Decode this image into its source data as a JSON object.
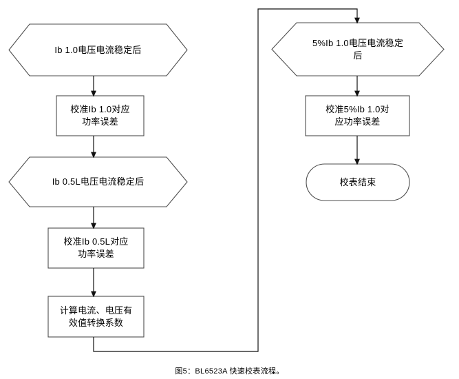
{
  "figure": {
    "caption": "图5：BL6523A 快速校表流程。",
    "line_color": "#4d4d4d",
    "fill_color": "#ffffff",
    "text_color": "#000000",
    "background": "#ffffff"
  },
  "flowchart": {
    "type": "flowchart",
    "direction": "top-to-bottom, two columns with feedback loop",
    "columns": [
      {
        "name": "left-column",
        "nodes": [
          {
            "id": "n1",
            "shape": "hexagon",
            "text": "Ib 1.0电压电流稳定后"
          },
          {
            "id": "n2",
            "shape": "rectangle",
            "text": "校准Ib 1.0对应\n功率误差"
          },
          {
            "id": "n3",
            "shape": "hexagon",
            "text": "Ib 0.5L电压电流稳定后"
          },
          {
            "id": "n4",
            "shape": "rectangle",
            "text": "校准Ib 0.5L对应\n功率误差"
          },
          {
            "id": "n5",
            "shape": "rectangle",
            "text": "计算电流、电压有\n效值转换系数"
          }
        ]
      },
      {
        "name": "right-column",
        "nodes": [
          {
            "id": "n6",
            "shape": "hexagon",
            "text": "5%Ib 1.0电压电流稳定\n后"
          },
          {
            "id": "n7",
            "shape": "rectangle",
            "text": "校准5%Ib 1.0对\n应功率误差"
          },
          {
            "id": "n8",
            "shape": "terminator",
            "text": "校表结束"
          }
        ]
      }
    ],
    "edges": [
      {
        "from": "n1",
        "to": "n2",
        "style": "arrow-down"
      },
      {
        "from": "n2",
        "to": "n3",
        "style": "arrow-down"
      },
      {
        "from": "n3",
        "to": "n4",
        "style": "arrow-down"
      },
      {
        "from": "n4",
        "to": "n5",
        "style": "arrow-down"
      },
      {
        "from": "n5",
        "to": "n6",
        "style": "routed-loop-down-right-up-right-down-arrow"
      },
      {
        "from": "n6",
        "to": "n7",
        "style": "arrow-down"
      },
      {
        "from": "n7",
        "to": "n8",
        "style": "arrow-down"
      }
    ]
  }
}
